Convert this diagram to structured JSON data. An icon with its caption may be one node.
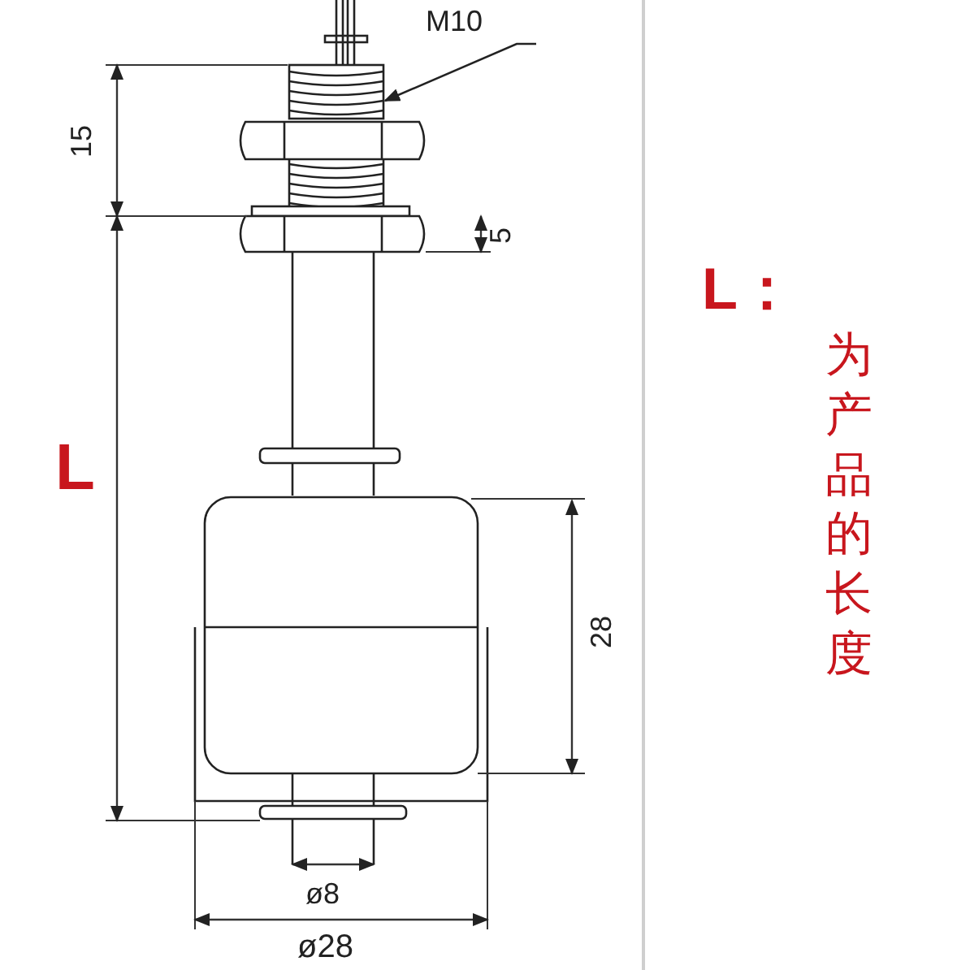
{
  "diagram": {
    "nodes": [
      {
        "text": [
          "M10"
        ]
      },
      {
        "text": [],
        "shape": "picture"
      }
    ],
    "edges": [
      {
        "from": 0,
        "to": 1,
        "arrow": "to"
      }
    ],
    "labels": [
      "15",
      "5",
      "L",
      "28",
      "ø8",
      "ø28",
      "L：",
      "为产品的长度"
    ]
  }
}
